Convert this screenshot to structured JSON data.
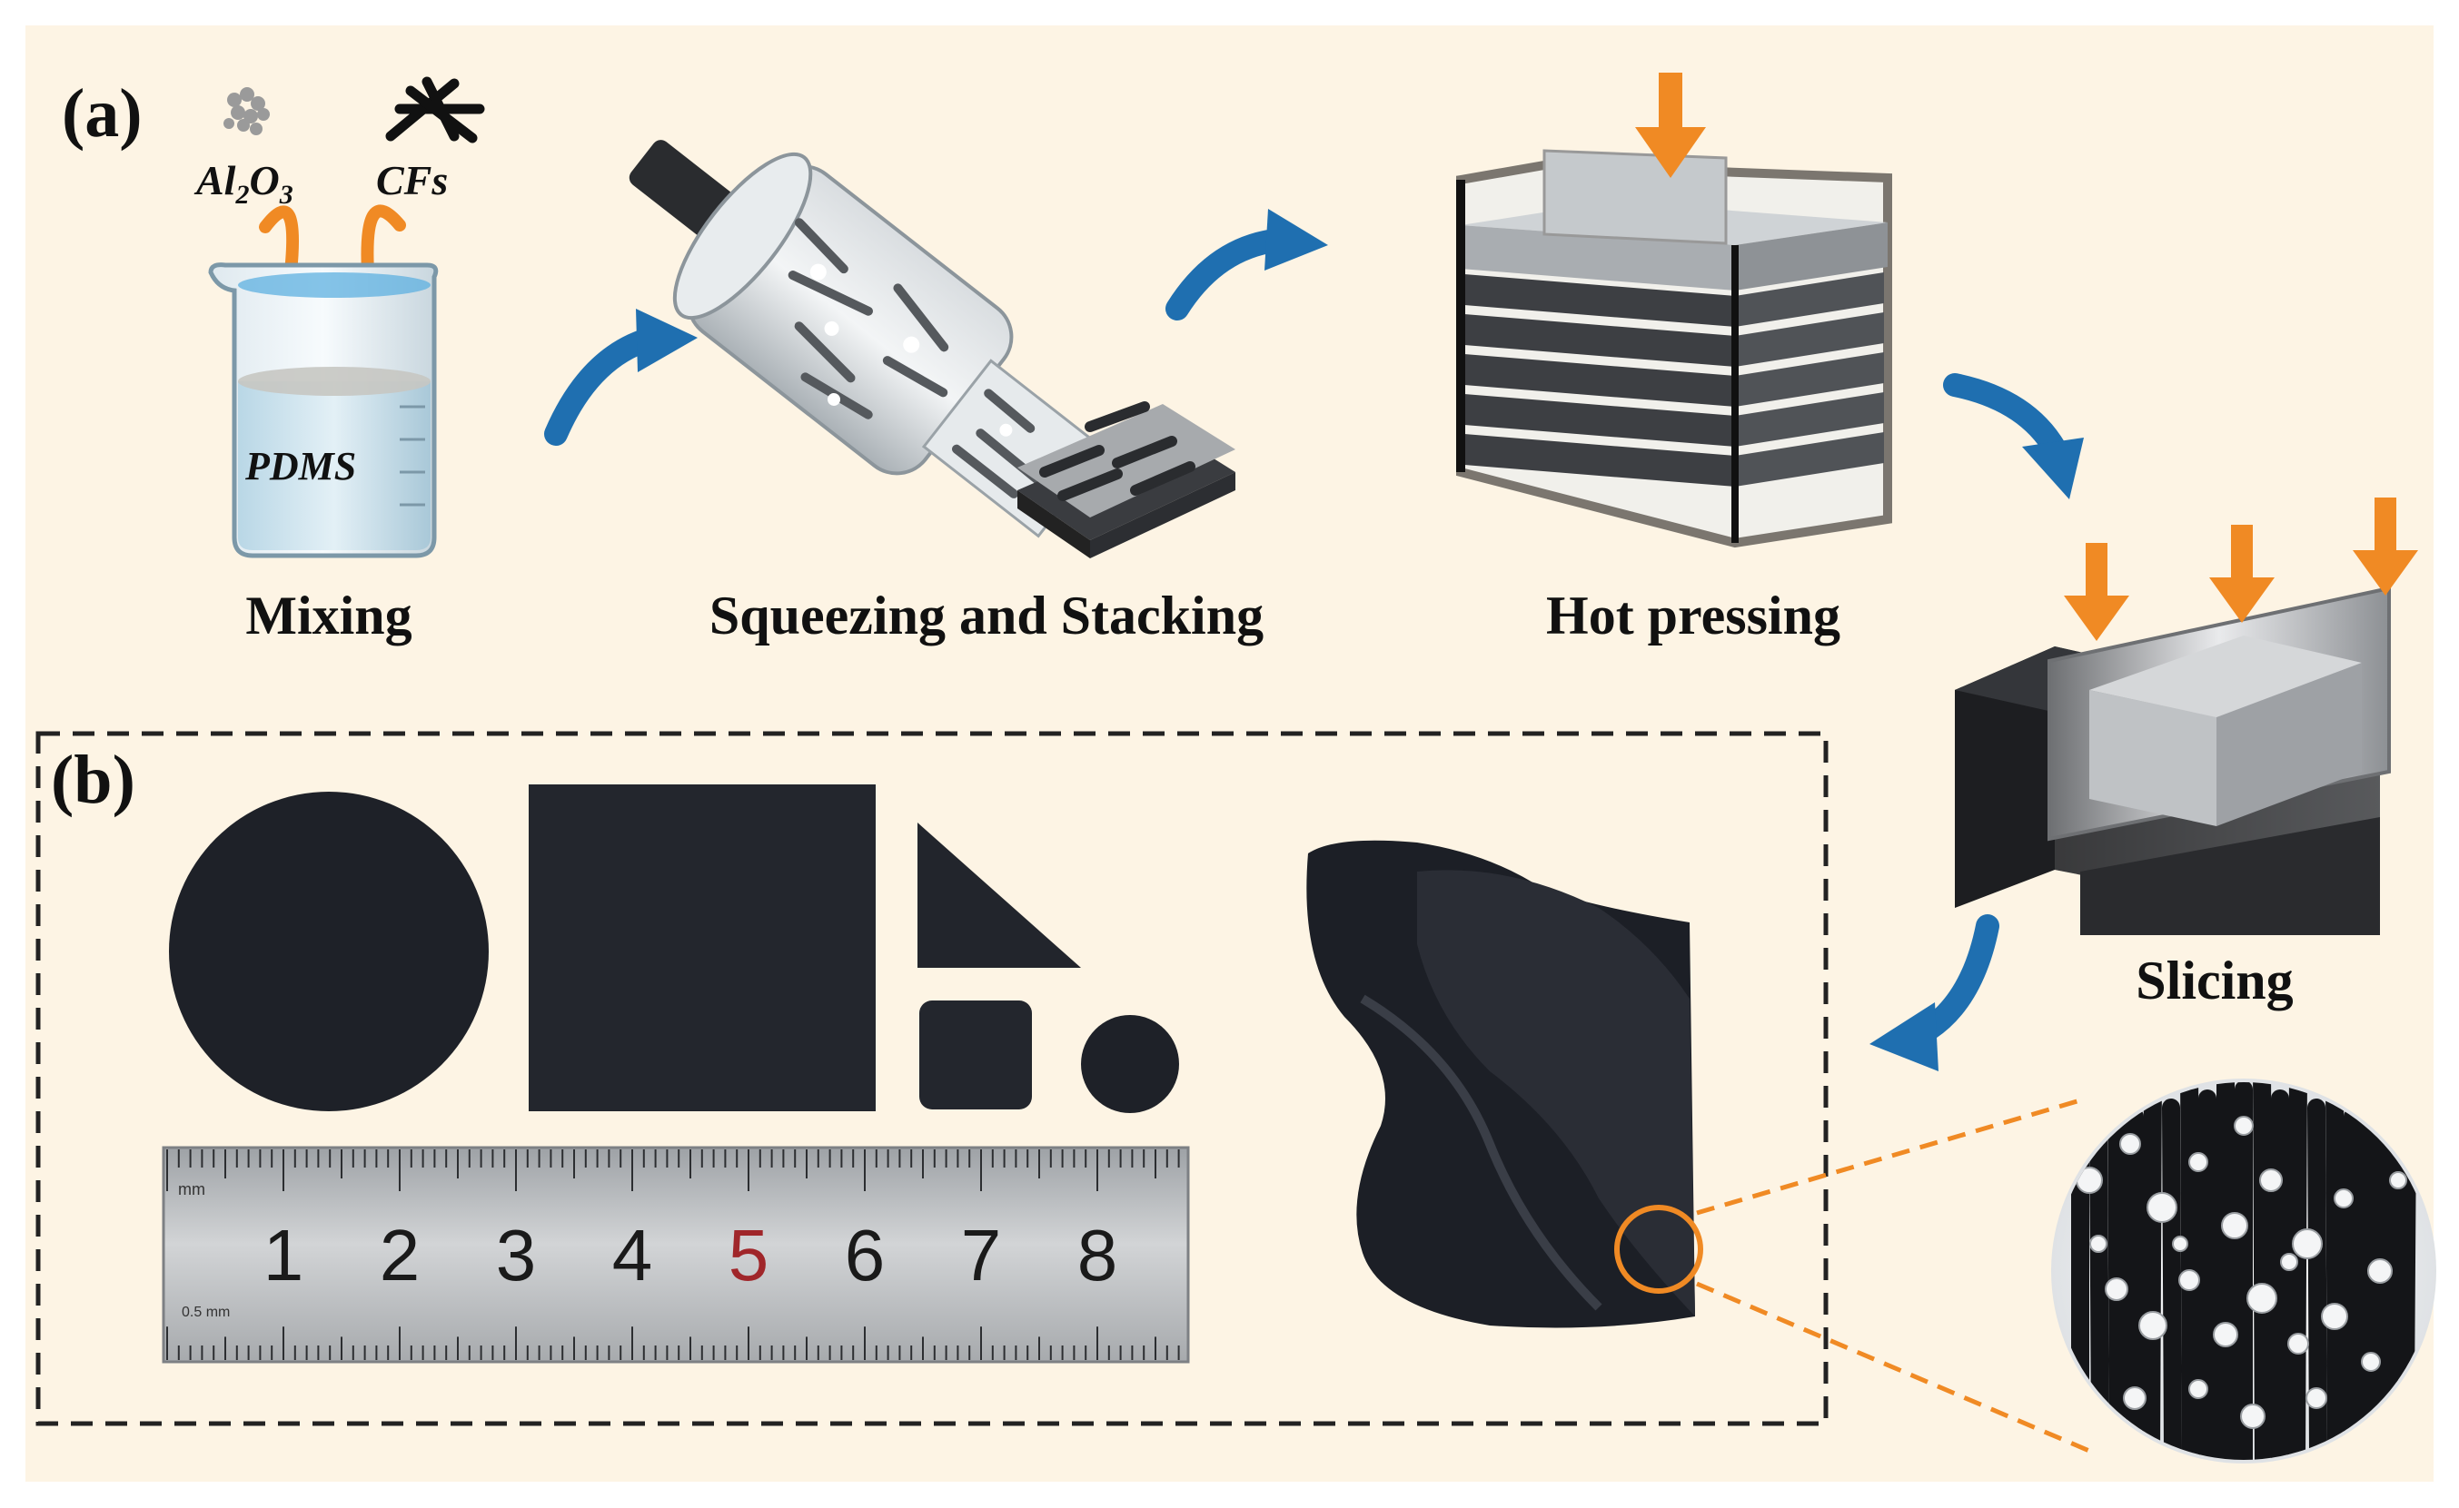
{
  "panels": {
    "a": {
      "label": "(a)",
      "materials": {
        "alumina": "Al",
        "alumina_sub2": "2",
        "alumina_o": "O",
        "alumina_sub3": "3",
        "fibers": "CFs"
      },
      "beaker_label": "PDMS",
      "steps": [
        "Mixing",
        "Squeezing and Stacking",
        "Hot pressing",
        "Slicing"
      ]
    },
    "b": {
      "label": "(b)",
      "ruler": {
        "unit_top": "mm",
        "unit_bottom": "0.5 mm",
        "numbers": [
          "1",
          "2",
          "3",
          "4",
          "5",
          "6",
          "7",
          "8"
        ],
        "highlight_number": "5"
      }
    }
  },
  "colors": {
    "background": "#fdf4e4",
    "arrow_blue": "#1f6fb0",
    "arrow_orange": "#f08a24",
    "sample_black": "#1e2128",
    "ruler_steel": "#b7b9bb",
    "ruler_red_digit": "#a0262a"
  }
}
